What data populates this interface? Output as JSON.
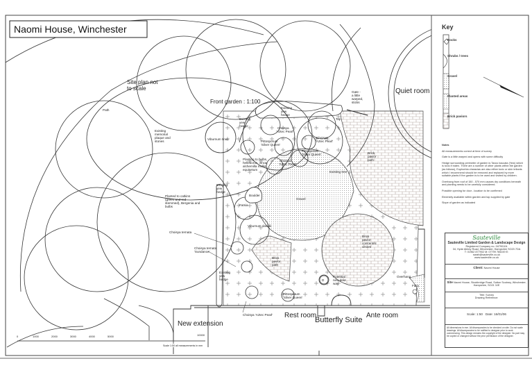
{
  "title": "Naomi House, Winchester",
  "plan_labels": {
    "site_plan": "Site plan not to scale",
    "site_plan_l1": "Site plan not",
    "site_plan_l2": "to scale",
    "front_garden": "Front garden : 1:100",
    "path": "Path",
    "memorial": [
      "Existing",
      "memorial",
      "plaque and",
      "stones"
    ],
    "viburnum1": "Viburnum tinus",
    "viburnum2": "Viburnum davidii",
    "hedge_top": [
      "Existing",
      "yew",
      "hedge"
    ],
    "hedge_left": [
      "Existing",
      "yew",
      "hedge"
    ],
    "hedge_mid": [
      "Existing",
      "yew",
      "hedge"
    ],
    "hedge_bottom": [
      "Existing",
      "yew",
      "hedge"
    ],
    "choisya1": [
      "Choisya",
      "'Aztec Pearl'"
    ],
    "choisya2": [
      "Choisya",
      "'Aztec Pearl'"
    ],
    "choisya3": [
      "Choisya",
      "'Aztec Pearl'"
    ],
    "choisya_ternata": "Choisya ternata",
    "choisya_sundance": [
      "Choisya ternata",
      "'Sundance'"
    ],
    "choisya_bottom": "Choisya 'Aztec Pearl'",
    "pittosporum1": [
      "Pittosporum",
      "'Silver Queen'"
    ],
    "pittosporum2": [
      "Pittosporum",
      "'Silver Queen'"
    ],
    "pittosporum3": [
      "Pittosporum",
      "'Silver Queen'"
    ],
    "planting": [
      "Planting to bulbs,",
      "helleborus, vinca,",
      "alchemilla mollis,",
      "equisetum"
    ],
    "catkins": [
      "Planted to catkins",
      "(green and red",
      "stemmed), Bergenia and",
      "bulbs"
    ],
    "boulder": "Boulder",
    "fatsia": "Fatsia",
    "gravel": "Gravel",
    "existing_tree": "Existing tree",
    "brick_path_right": [
      "Brick",
      "pavior",
      "path"
    ],
    "brick_path_left": [
      "Brick",
      "pavior",
      "path"
    ],
    "brick_concentric": [
      "Brick",
      "pavior",
      "concentric",
      "circles"
    ],
    "gate": [
      "Gate -",
      "a little",
      "warped,",
      "sticks"
    ],
    "tap": "Tap",
    "door": [
      "Potential",
      "new door",
      "way"
    ],
    "d": "D",
    "overhang": "Overhang",
    "fairy": "Fairy",
    "quiet_room": "Quiet room",
    "new_extension": "New extension",
    "rest_room": "Rest room",
    "butterfly_suite": "Butterfly Suite",
    "ante_room": "Ante room"
  },
  "scale_bar": {
    "ticks": [
      "0",
      "1000",
      "2000",
      "3000",
      "4000",
      "5000",
      "10000"
    ],
    "caption": "Scale 1:50 all measurements in mm"
  },
  "key": {
    "title": "Key",
    "items": [
      "Rocks",
      "Shrubs / trees",
      "Gravel",
      "Planted areas",
      "Brick paviors"
    ]
  },
  "notes": {
    "heading": "Notes",
    "items": [
      "All measurements correct at time of survey",
      "Gate is a little warped and opens with some difficulty",
      "Hedge surrounding perimeter of garden is Taxus baccata (Yew) which is toxic if eaten. There are a number of other plants within the garden (as follows), Euphorbia characias are also either toxic or skin irritants which I recommend should be removed and replaced by more suitable plants if the garden is to be used and visited by children.",
      "Overhang from roof of 150 - 570 mm causes dry conditions beneath and planting needs to be carefully considered.",
      "Possible opening for door - location to be confirmed",
      "Electricity available within garden and tap supplied by gate",
      "Slope of garden as indicated"
    ]
  },
  "title_block": {
    "logo": "Sauteville",
    "company": "Sauteville Limited Garden & Landscape Design",
    "registered": "Registered Company no. 04790104",
    "address": "34, Hyde Abbey Road, Winchester, Hampshire SO23 7DA",
    "phone": "T: 01962 877902 M: 07799 765249 E:",
    "email": "sarah@sauteville.co.uk",
    "web": "www.sauteville.co.uk",
    "client_label": "Client:",
    "client": "Naomi House",
    "site_label": "Site",
    "site": "Naomi House, Stockbridge Road, Sutton Scotney, Winchester, Hampshire, SO21 3JE",
    "drawing_title": "Title: Survey",
    "drawing_ref": "Drawing Reference:",
    "scale": "Scale: 1:50",
    "date": "Date: 16/01/06",
    "disclaimer": "All dimensions in mm. All discrepancies to be checked on site. Do not scale drawings. All discrepancies to be notified to designer prior to work commencing. This design remains the copyright of the designer. No part may be copied or changed without the prior permission of the designer."
  }
}
